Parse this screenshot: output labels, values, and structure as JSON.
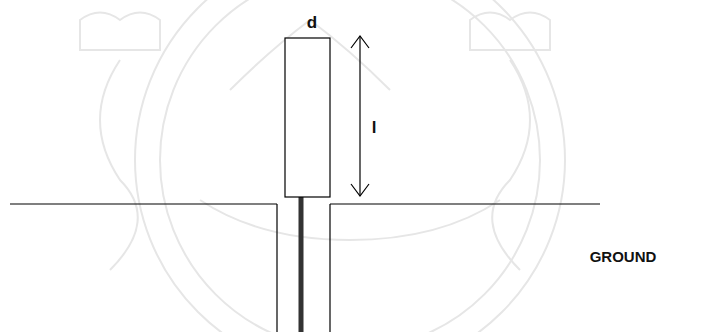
{
  "diagram": {
    "labels": [
      "d",
      "l",
      "GROUND"
    ]
  }
}
